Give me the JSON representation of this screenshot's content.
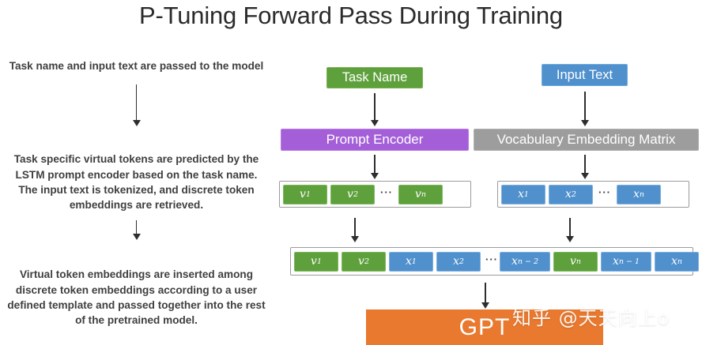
{
  "title": "P-Tuning Forward Pass During Training",
  "notes": [
    "Task name and input text are passed to the model",
    "Task specific virtual tokens are predicted by the LSTM prompt encoder based on the task name. The input text is tokenized, and discrete token embeddings are retrieved.",
    "Virtual token embeddings are inserted among discrete token embeddings according to a user defined template and passed together into the rest of the pretrained model."
  ],
  "nodes": {
    "task_name": "Task Name",
    "input_text": "Input Text",
    "prompt_encoder": "Prompt Encoder",
    "vocabulary_matrix": "Vocabulary Embedding Matrix",
    "gpt": "GPT"
  },
  "ellipsis": "···",
  "virtual_tokens": [
    {
      "base": "v",
      "sub": "1"
    },
    {
      "base": "v",
      "sub": "2"
    },
    {
      "base": "v",
      "sub": "n"
    }
  ],
  "discrete_tokens": [
    {
      "base": "x",
      "sub": "1"
    },
    {
      "base": "x",
      "sub": "2"
    },
    {
      "base": "x",
      "sub": "n"
    }
  ],
  "combined_tokens": [
    {
      "base": "v",
      "sub": "1",
      "kind": "green"
    },
    {
      "base": "v",
      "sub": "2",
      "kind": "green"
    },
    {
      "base": "x",
      "sub": "1",
      "kind": "blue"
    },
    {
      "base": "x",
      "sub": "2",
      "kind": "blue"
    },
    {
      "base": "x",
      "sub": "n − 2",
      "kind": "blue"
    },
    {
      "base": "v",
      "sub": "n",
      "kind": "green"
    },
    {
      "base": "x",
      "sub": "n − 1",
      "kind": "blue"
    },
    {
      "base": "x",
      "sub": "n",
      "kind": "blue"
    }
  ],
  "watermark": "知乎 @天天向上o",
  "colors": {
    "green": "#5ea03c",
    "blue": "#4f90cd",
    "purple": "#a45fd8",
    "gray": "#9d9d9d",
    "orange": "#e8792f",
    "arrow": "#2e2e2e"
  }
}
